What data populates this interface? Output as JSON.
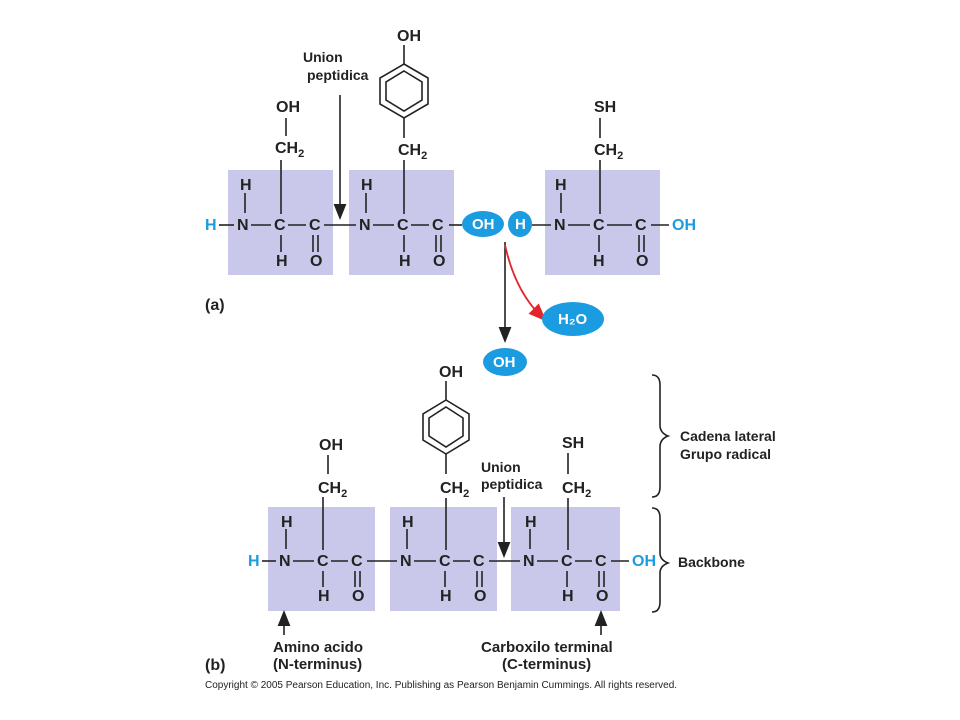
{
  "panel_a": {
    "label": "(a)",
    "bond_label_line1": "Union",
    "bond_label_line2": "peptidica",
    "bubble_oh": "OH",
    "bubble_h": "H",
    "product_water": "H₂O",
    "product_oh": "OH"
  },
  "panel_b": {
    "label": "(b)",
    "bond_label_line1": "Union",
    "bond_label_line2": "peptidica",
    "side_chain_line1": "Cadena lateral",
    "side_chain_line2": "Grupo radical",
    "backbone": "Backbone",
    "n_term_line1": "Amino acido",
    "n_term_line2": "(N-terminus)",
    "c_term_line1": "Carboxilo terminal",
    "c_term_line2": "(C-terminus)"
  },
  "atoms": {
    "H": "H",
    "N": "N",
    "C": "C",
    "O": "O",
    "OH": "OH",
    "SH": "SH",
    "CH": "CH",
    "sub2": "2"
  },
  "colors": {
    "box": "#c9c8ea",
    "accent_blue": "#1b9be0",
    "arrow_red": "#e0262a"
  },
  "copyright": "Copyright © 2005 Pearson Education, Inc. Publishing as Pearson Benjamin Cummings. All rights reserved."
}
